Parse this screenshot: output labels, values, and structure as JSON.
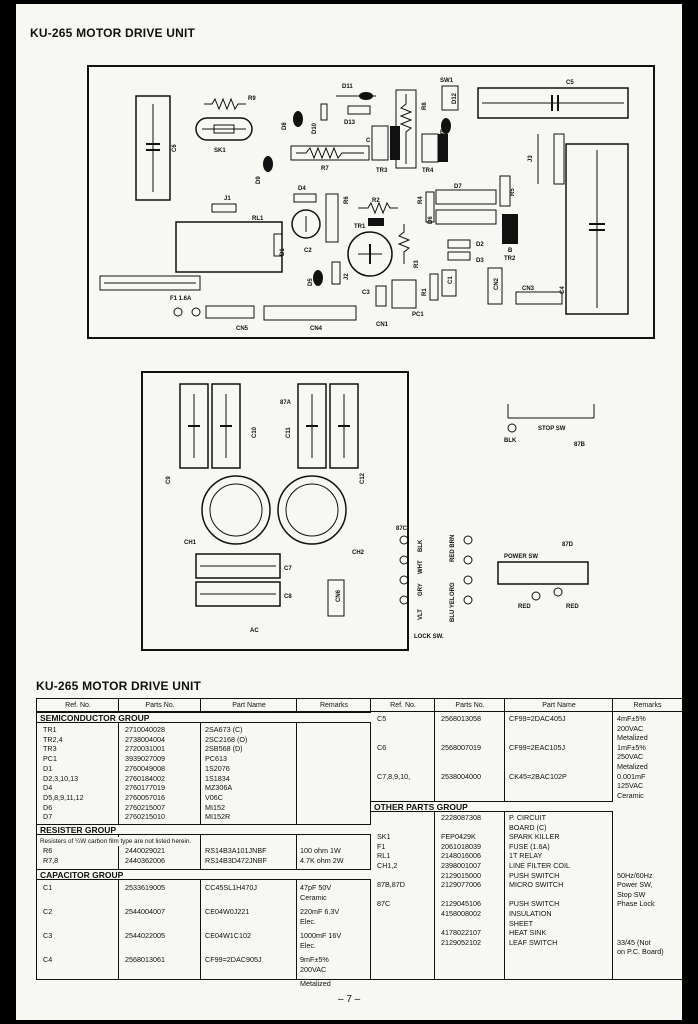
{
  "page_title": "KU-265 MOTOR DRIVE UNIT",
  "table_title": "KU-265 MOTOR DRIVE UNIT",
  "page_number": "– 7 –",
  "board_labels": {
    "R9": "R9",
    "SK1": "SK1",
    "C6": "C6",
    "D11": "D11",
    "D10": "D10",
    "D13": "D13",
    "D8": "D8",
    "R8": "R8",
    "D12": "D12",
    "SW1": "SW1",
    "C5": "C5",
    "C": "C",
    "E": "E",
    "B": "B",
    "TR3": "TR3",
    "TR4": "TR4",
    "R7": "R7",
    "J3": "J3",
    "D9": "D9",
    "D4": "D4",
    "R6": "R6",
    "R2": "R2",
    "TR1": "TR1",
    "D7": "D7",
    "R5": "R5",
    "J1": "J1",
    "RL1": "RL1",
    "D1": "D1",
    "C2": "C2",
    "D6": "D6",
    "D2": "D2",
    "D3": "D3",
    "TR2": "TR2",
    "R3": "R3",
    "D5": "D5",
    "J2": "J2",
    "C3": "C3",
    "R4": "R4",
    "R1": "R1",
    "C1": "C1",
    "CN2": "CN2",
    "CN3": "CN3",
    "C4": "C4",
    "F1": "F1 1.6A",
    "CN5": "CN5",
    "CN4": "CN4",
    "CN1": "CN1",
    "PC1": "PC1"
  },
  "lower_labels": {
    "87A": "87A",
    "C10": "C10",
    "C11": "C11",
    "C9": "C9",
    "C12": "C12",
    "CH1": "CH1",
    "CH2": "CH2",
    "C7": "C7",
    "C8": "C8",
    "CN6": "CN6",
    "AC": "AC",
    "87C": "87C",
    "BLK": "BLK",
    "WHT": "WHT",
    "GRY": "GRY",
    "VLT": "VLT",
    "RED_BRN": "RED BRN",
    "ORG": "ORG",
    "BLU_YEL": "BLU YEL",
    "LOCK_SW": "LOCK SW.",
    "STOP_SW": "STOP SW",
    "BLK2": "BLK",
    "87B": "87B",
    "87D": "87D",
    "POWER_SW": "POWER SW",
    "RED1": "RED",
    "RED2": "RED"
  },
  "table": {
    "headers": [
      "Ref. No.",
      "Parts No.",
      "Part Name",
      "Remarks",
      "Ref. No.",
      "Parts No.",
      "Part Name",
      "Remarks"
    ],
    "semiconductor_group": "SEMICONDUCTOR GROUP",
    "semi_rows": [
      [
        "TR1",
        "2710040028",
        "2SA673 (C)"
      ],
      [
        "TR2,4",
        "2738004004",
        "2SC2168 (O)"
      ],
      [
        "TR3",
        "2720031001",
        "2SB568 (D)"
      ],
      [
        "PC1",
        "3939027009",
        "PC613"
      ],
      [
        "D1",
        "2760049008",
        "1S2076"
      ],
      [
        "D2,3,10,13",
        "2760184002",
        "1S1834"
      ],
      [
        "D4",
        "2760177019",
        "MZ306A"
      ],
      [
        "D5,8,9,11,12",
        "2760057016",
        "V06C"
      ],
      [
        "D6",
        "2760215007",
        "MI152"
      ],
      [
        "D7",
        "2760215010",
        "MI152R"
      ]
    ],
    "resister_group": "RESISTER GROUP",
    "resister_note": "Resisters of ¼W carbon film type are not listed herein.",
    "res_rows": [
      [
        "R6",
        "2440029021",
        "RS14B3A101JNBF",
        "100 ohm 1W"
      ],
      [
        "R7,8",
        "2440362006",
        "RS14B3D472JNBF",
        "4.7K ohm 2W"
      ]
    ],
    "capacitor_group": "CAPACITOR GROUP",
    "cap_rows": [
      [
        "C1",
        "2533619005",
        "CC45SL1H470J",
        "47pF 50V",
        "Ceramic"
      ],
      [
        "C2",
        "2544004007",
        "CE04W0J221",
        "220mF 6.3V",
        "Elec."
      ],
      [
        "C3",
        "2544022005",
        "CE04W1C102",
        "1000mF 16V",
        "Elec."
      ],
      [
        "C4",
        "2568013061",
        "CF99=2DAC905J",
        "9mF±5%",
        "200VAC"
      ],
      [
        "",
        "",
        "",
        "Metalized",
        ""
      ]
    ],
    "right_rows": [
      [
        "C5",
        "2568013058",
        "CF99=2DAC405J",
        "4mF±5%"
      ],
      [
        "",
        "",
        "",
        "200VAC"
      ],
      [
        "",
        "",
        "",
        "Metalized"
      ],
      [
        "C6",
        "2568007019",
        "CF99=2EAC105J",
        "1mF±5%"
      ],
      [
        "",
        "",
        "",
        "250VAC"
      ],
      [
        "",
        "",
        "",
        "Metalized"
      ],
      [
        "C7,8,9,10,",
        "2538004000",
        "CK45=2BAC102P",
        "0.001mF"
      ],
      [
        "",
        "",
        "",
        "125VAC"
      ],
      [
        "",
        "",
        "",
        "Ceramic"
      ]
    ],
    "other_group": "OTHER PARTS GROUP",
    "other_rows": [
      [
        "",
        "2228087308",
        "P. CIRCUIT",
        ""
      ],
      [
        "",
        "",
        "BOARD (C)",
        ""
      ],
      [
        "SK1",
        "FEP0429K",
        "SPARK KILLER",
        ""
      ],
      [
        "F1",
        "2061018039",
        "FUSE (1.6A)",
        ""
      ],
      [
        "RL1",
        "2148016006",
        "1T RELAY",
        ""
      ],
      [
        "CH1,2",
        "2398001007",
        "LINE FILTER COIL",
        ""
      ],
      [
        "",
        "2129015000",
        "PUSH SWITCH",
        "50Hz/60Hz"
      ],
      [
        "87B,87D",
        "2129077006",
        "MICRO SWITCH",
        "Power SW,"
      ],
      [
        "",
        "",
        "",
        "Stop SW"
      ],
      [
        "87C",
        "2129045106",
        "PUSH SWITCH",
        "Phase Lock"
      ],
      [
        "",
        "4158008002",
        "INSULATION",
        ""
      ],
      [
        "",
        "",
        "SHEET",
        ""
      ],
      [
        "",
        "4178022107",
        "HEAT SINK",
        ""
      ],
      [
        "",
        "2129052102",
        "LEAF SWITCH",
        "33/45 (Not"
      ],
      [
        "",
        "",
        "",
        "on P.C. Board)"
      ]
    ]
  }
}
